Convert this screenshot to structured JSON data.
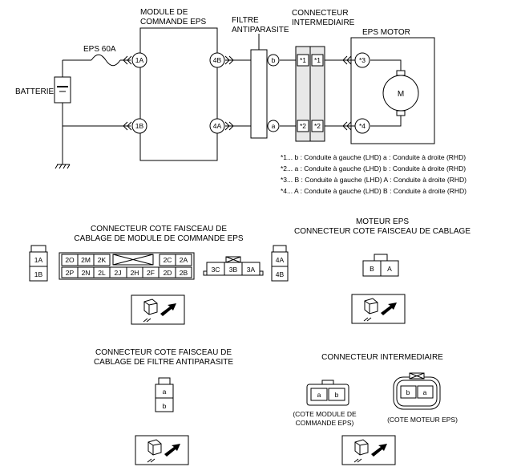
{
  "schematic": {
    "battery_label": "BATTERIE",
    "fuse_label": "EPS 60A",
    "module_label_line1": "MODULE DE",
    "module_label_line2": "COMMANDE EPS",
    "filter_label_line1": "FILTRE",
    "filter_label_line2": "ANTIPARASITE",
    "intermediate_label_line1": "CONNECTEUR",
    "intermediate_label_line2": "INTERMEDIAIRE",
    "motor_label": "EPS MOTOR",
    "motor_symbol": "M",
    "terminals": {
      "t1A": "1A",
      "t1B": "1B",
      "t4B": "4B",
      "t4A": "4A",
      "tb": "b",
      "ta": "a",
      "s1": "*1",
      "s2": "*2",
      "s3": "*3",
      "s4": "*4"
    }
  },
  "notes": [
    "*1... b : Conduite à gauche (LHD)   a : Conduite à droite (RHD)",
    "*2... a : Conduite à gauche (LHD)   b : Conduite à droite (RHD)",
    "*3... B : Conduite à gauche (LHD)   A : Conduite à droite (RHD)",
    "*4... A : Conduite à gauche (LHD)   B : Conduite à droite (RHD)"
  ],
  "connectors": {
    "module": {
      "title_line1": "CONNECTEUR COTE FAISCEAU DE",
      "title_line2": "CABLAGE DE MODULE DE COMMANDE EPS",
      "c1": [
        "1A",
        "1B"
      ],
      "main_top": [
        "2O",
        "2M",
        "2K",
        "2C",
        "2A"
      ],
      "main_bottom": [
        "2P",
        "2N",
        "2L",
        "2J",
        "2H",
        "2F",
        "2D",
        "2B"
      ],
      "c3": [
        "3C",
        "3B",
        "3A"
      ],
      "c4": [
        "4A",
        "4B"
      ]
    },
    "motor": {
      "title_line1": "MOTEUR EPS",
      "title_line2": "CONNECTEUR COTE FAISCEAU DE CABLAGE",
      "pins": [
        "B",
        "A"
      ]
    },
    "filter": {
      "title_line1": "CONNECTEUR COTE FAISCEAU DE",
      "title_line2": "CABLAGE DE FILTRE ANTIPARASITE",
      "pins": [
        "a",
        "b"
      ]
    },
    "intermediate": {
      "title": "CONNECTEUR INTERMEDIAIRE",
      "left_pins": [
        "a",
        "b"
      ],
      "right_pins": [
        "b",
        "a"
      ],
      "left_caption_line1": "(COTE MODULE DE",
      "left_caption_line2": "COMMANDE EPS)",
      "right_caption": "(COTE MOTEUR EPS)"
    }
  }
}
